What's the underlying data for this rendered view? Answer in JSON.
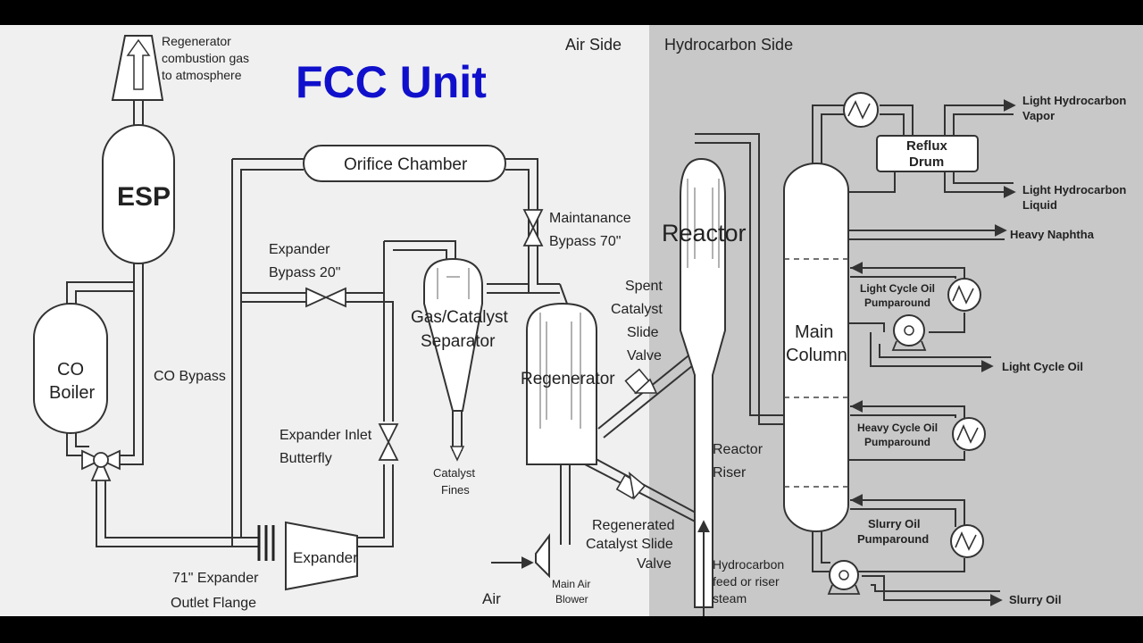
{
  "title": "FCC Unit",
  "sections": {
    "air_side": "Air Side",
    "hydrocarbon_side": "Hydrocarbon Side"
  },
  "colors": {
    "title": "#1010cc",
    "air_bg": "#f0f0f0",
    "hc_bg": "#c8c8c8",
    "line": "#333333",
    "frame": "#000000"
  },
  "equipment": {
    "esp": "ESP",
    "co_boiler": [
      "CO",
      "Boiler"
    ],
    "orifice_chamber": "Orifice Chamber",
    "gas_catalyst_separator": [
      "Gas/Catalyst",
      "Separator"
    ],
    "regenerator": "Regenerator",
    "reactor": "Reactor",
    "main_column": [
      "Main",
      "Column"
    ],
    "reflux_drum": [
      "Reflux",
      "Drum"
    ],
    "expander": "Expander",
    "main_air_blower": [
      "Main Air",
      "Blower"
    ]
  },
  "labels": {
    "stack": [
      "Regenerator",
      "combustion gas",
      "to atmosphere"
    ],
    "co_bypass": "CO Bypass",
    "expander_bypass": [
      "Expander",
      "Bypass  20\""
    ],
    "maintenance_bypass": [
      "Maintanance",
      "Bypass 70\""
    ],
    "expander_inlet_butterfly": [
      "Expander Inlet",
      "Butterfly"
    ],
    "expander_outlet_flange": [
      "71\" Expander",
      "Outlet Flange"
    ],
    "catalyst_fines": [
      "Catalyst",
      "Fines"
    ],
    "spent_catalyst_slide_valve": [
      "Spent",
      "Catalyst",
      "Slide",
      "Valve"
    ],
    "regenerated_catalyst_slide_valve": [
      "Regenerated",
      "Catalyst Slide",
      "Valve"
    ],
    "reactor_riser": [
      "Reactor",
      "Riser"
    ],
    "air": "Air",
    "hydrocarbon_feed": [
      "Hydrocarbon",
      "feed or riser",
      "steam"
    ]
  },
  "products": {
    "light_hc_vapor": [
      "Light Hydrocarbon",
      "Vapor"
    ],
    "light_hc_liquid": [
      "Light Hydrocarbon",
      "Liquid"
    ],
    "heavy_naphtha": "Heavy Naphtha",
    "lco_pumparound": [
      "Light Cycle Oil",
      "Pumparound"
    ],
    "light_cycle_oil": "Light Cycle Oil",
    "hco_pumparound": [
      "Heavy Cycle Oil",
      "Pumparound"
    ],
    "slurry_pumparound": [
      "Slurry Oil",
      "Pumparound"
    ],
    "slurry_oil": "Slurry Oil"
  }
}
